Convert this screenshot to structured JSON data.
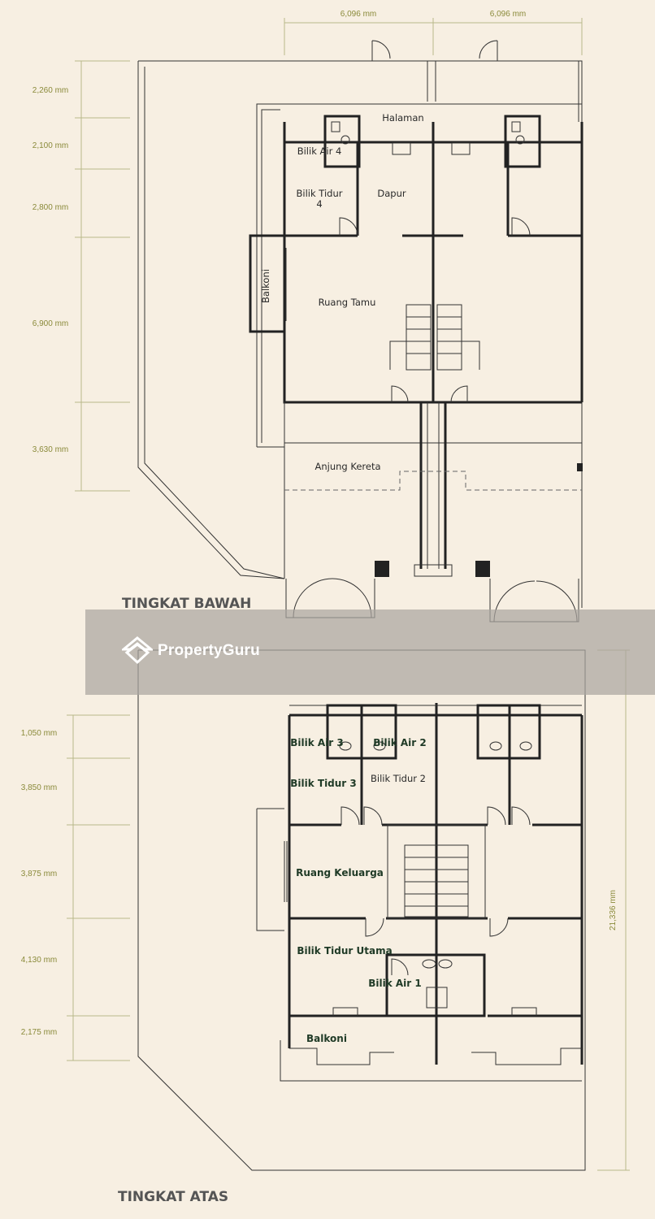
{
  "widths": [
    "6,096 mm",
    "6,096 mm"
  ],
  "ground_dims": [
    "2,260 mm",
    "2,100 mm",
    "2,800 mm",
    "6,900 mm",
    "3,630 mm"
  ],
  "upper_dims": [
    "1,050 mm",
    "3,850 mm",
    "3,875 mm",
    "4,130 mm",
    "2,175 mm"
  ],
  "total_depth": "21,336 mm",
  "ground_floor": {
    "title": "TINGKAT BAWAH",
    "rooms": {
      "halaman": "Halaman",
      "bilik_air_4": "Bilik Air 4",
      "bilik_tidur_4_a": "Bilik Tidur",
      "bilik_tidur_4_b": "4",
      "dapur": "Dapur",
      "balkoni": "Balkoni",
      "ruang_tamu": "Ruang Tamu",
      "anjung_kereta": "Anjung Kereta"
    }
  },
  "upper_floor": {
    "title": "TINGKAT ATAS",
    "rooms": {
      "bilik_air_3": "Bilik Air 3",
      "bilik_air_2": "Bilik Air 2",
      "bilik_tidur_3": "Bilik Tidur 3",
      "bilik_tidur_2": "Bilik Tidur 2",
      "ruang_keluarga": "Ruang Keluarga",
      "bilik_tidur_utama": "Bilik Tidur Utama",
      "bilik_air_1": "Bilik Air 1",
      "balkoni": "Balkoni"
    }
  },
  "watermark": {
    "text": "PropertyGuru",
    "icon": "propertyguru-logo-icon"
  }
}
